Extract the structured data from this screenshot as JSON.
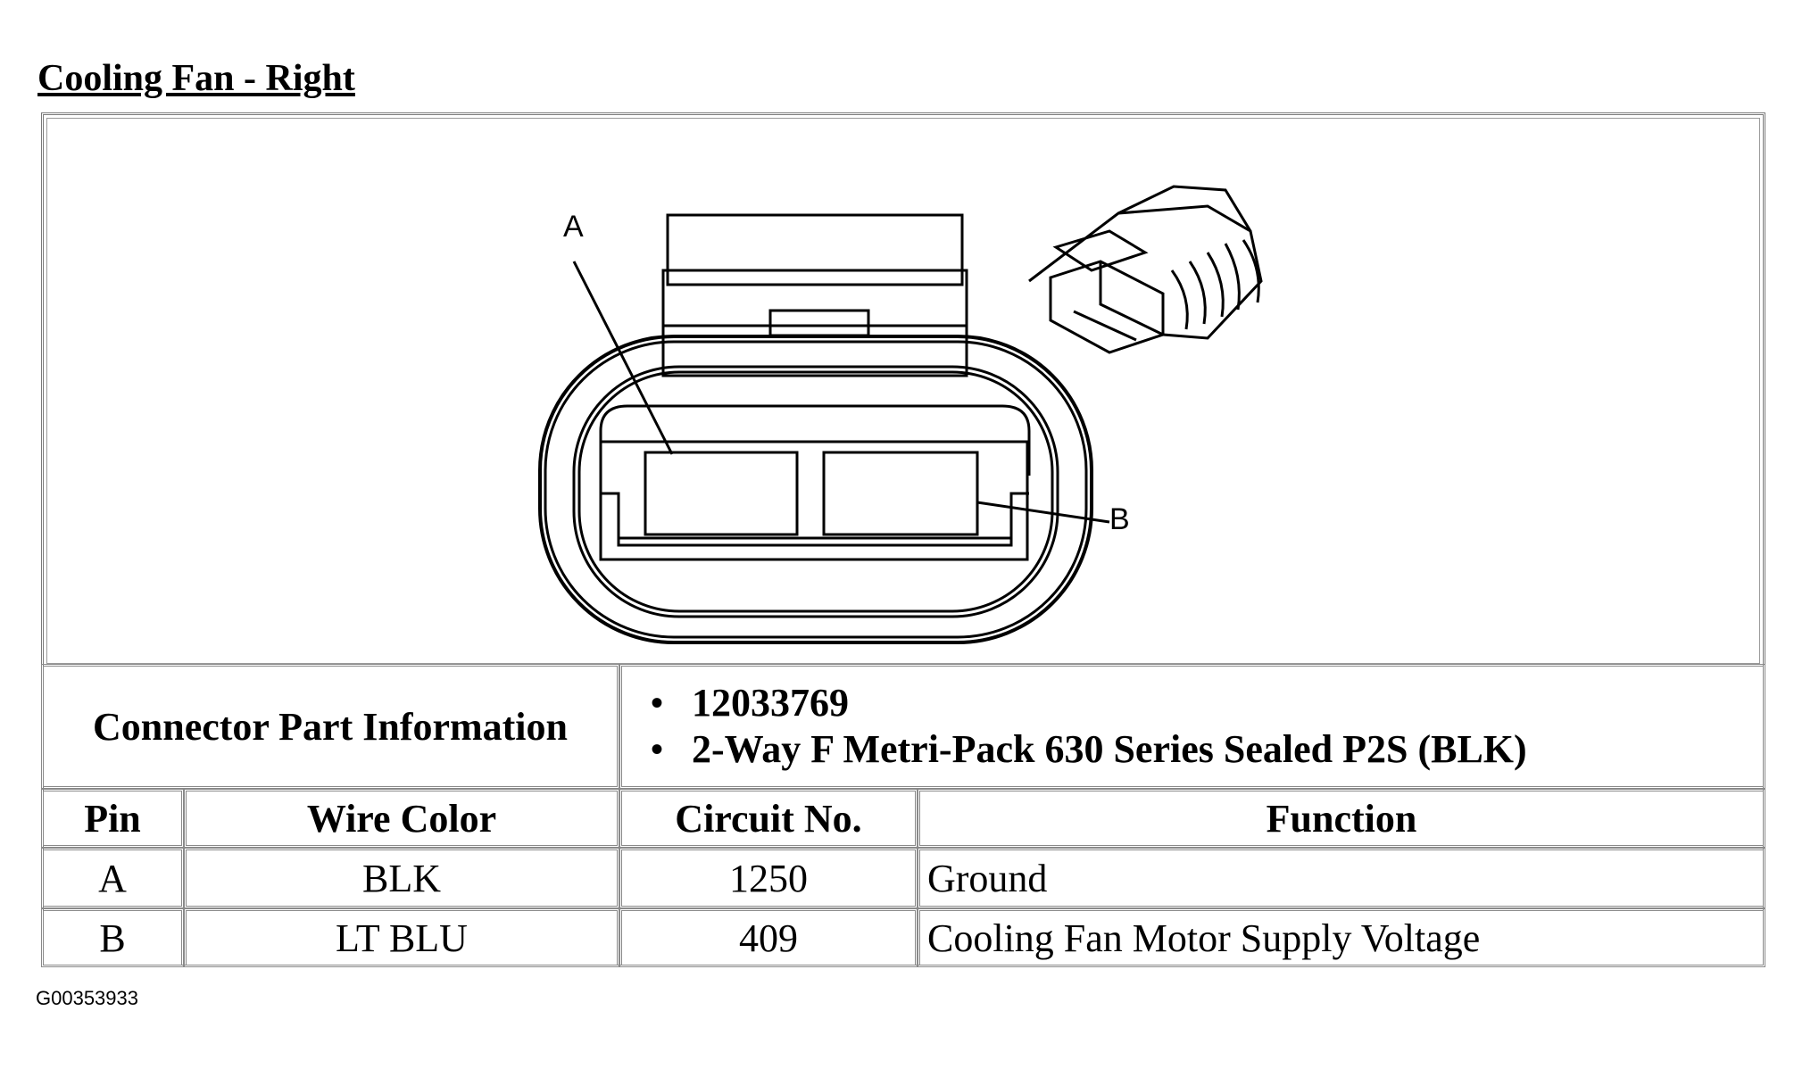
{
  "title": "Cooling Fan - Right",
  "figure": {
    "callout_a": "A",
    "callout_b": "B"
  },
  "connector_info": {
    "label": "Connector Part Information",
    "items": [
      "12033769",
      "2-Way F Metri-Pack 630 Series Sealed P2S (BLK)"
    ]
  },
  "table": {
    "headers": [
      "Pin",
      "Wire Color",
      "Circuit No.",
      "Function"
    ],
    "rows": [
      [
        "A",
        "BLK",
        "1250",
        "Ground"
      ],
      [
        "B",
        "LT BLU",
        "409",
        "Cooling Fan Motor Supply Voltage"
      ]
    ]
  },
  "figure_id": "G00353933"
}
